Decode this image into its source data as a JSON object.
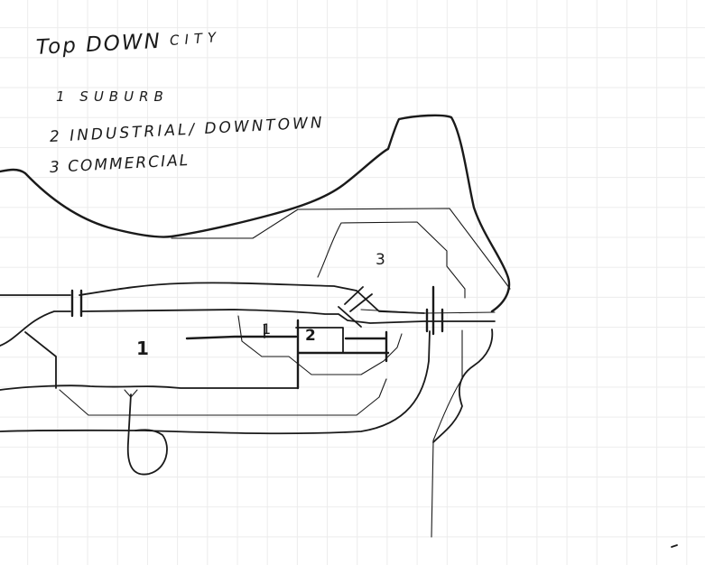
{
  "sketch": {
    "title_part1": "Top DOWN",
    "title_part2": "CITY",
    "legend": [
      {
        "number": "1",
        "label": "SUBURB",
        "text": "1  SUBURB"
      },
      {
        "number": "2",
        "label": "INDUSTRIAL/DOWNTOWN",
        "text": "2  INDUSTRIAL/ DOWNTOWN"
      },
      {
        "number": "3",
        "label": "COMMERCIAL",
        "text": "3  COMMERCIAL"
      }
    ],
    "zone_labels": {
      "suburb": "1",
      "suburb_small": "1",
      "industrial": "2",
      "commercial": "3"
    },
    "colors": {
      "ink": "#1a1a1a",
      "grid": "#ececec",
      "paper": "#ffffff"
    }
  }
}
